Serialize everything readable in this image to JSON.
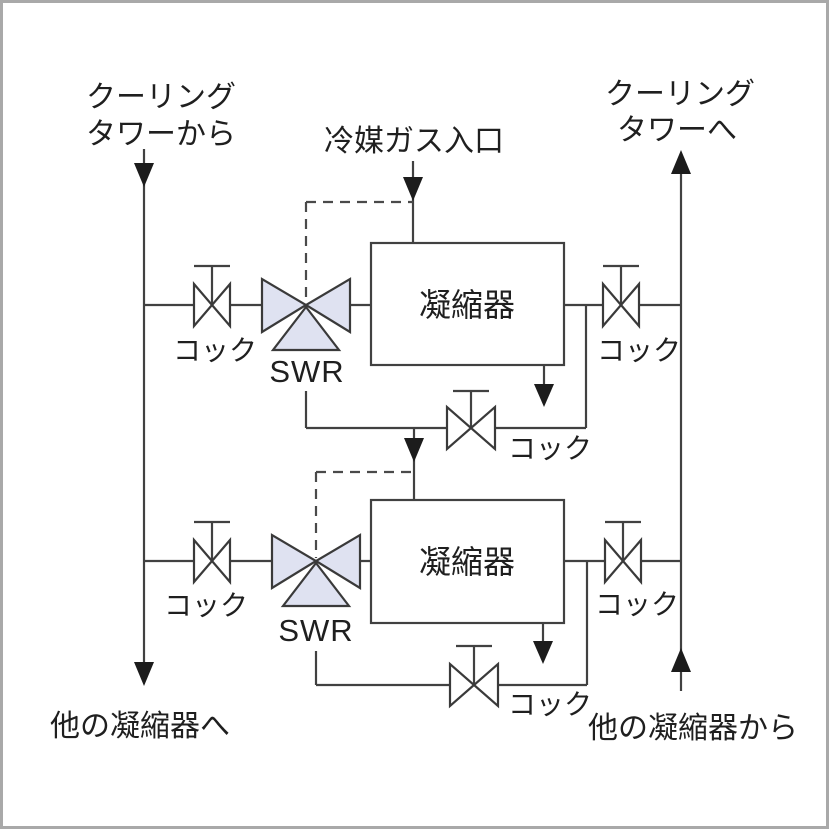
{
  "diagram": {
    "title_hint": "refrigerant-condenser-piping-schematic",
    "labels": {
      "cooling_from_line1": "クーリング",
      "cooling_from_line2": "タワーから",
      "refrigerant_inlet": "冷媒ガス入口",
      "cooling_to_line1": "クーリング",
      "cooling_to_line2": "タワーへ",
      "condenser1": "凝縮器",
      "condenser2": "凝縮器",
      "swr1": "SWR",
      "swr2": "SWR",
      "cock1_left": "コック",
      "cock1_right": "コック",
      "cock1_middle": "コック",
      "cock2_left": "コック",
      "cock2_right": "コック",
      "cock2_bottom": "コック",
      "to_other_condensers": "他の凝縮器へ",
      "from_other_condensers": "他の凝縮器から"
    },
    "colors": {
      "pipe_line": "#414141",
      "valve_fill": "#dfe2f1",
      "arrowhead": "#1c1c1c",
      "background": "#ffffff",
      "outer_border": "#a9a9a9"
    }
  }
}
